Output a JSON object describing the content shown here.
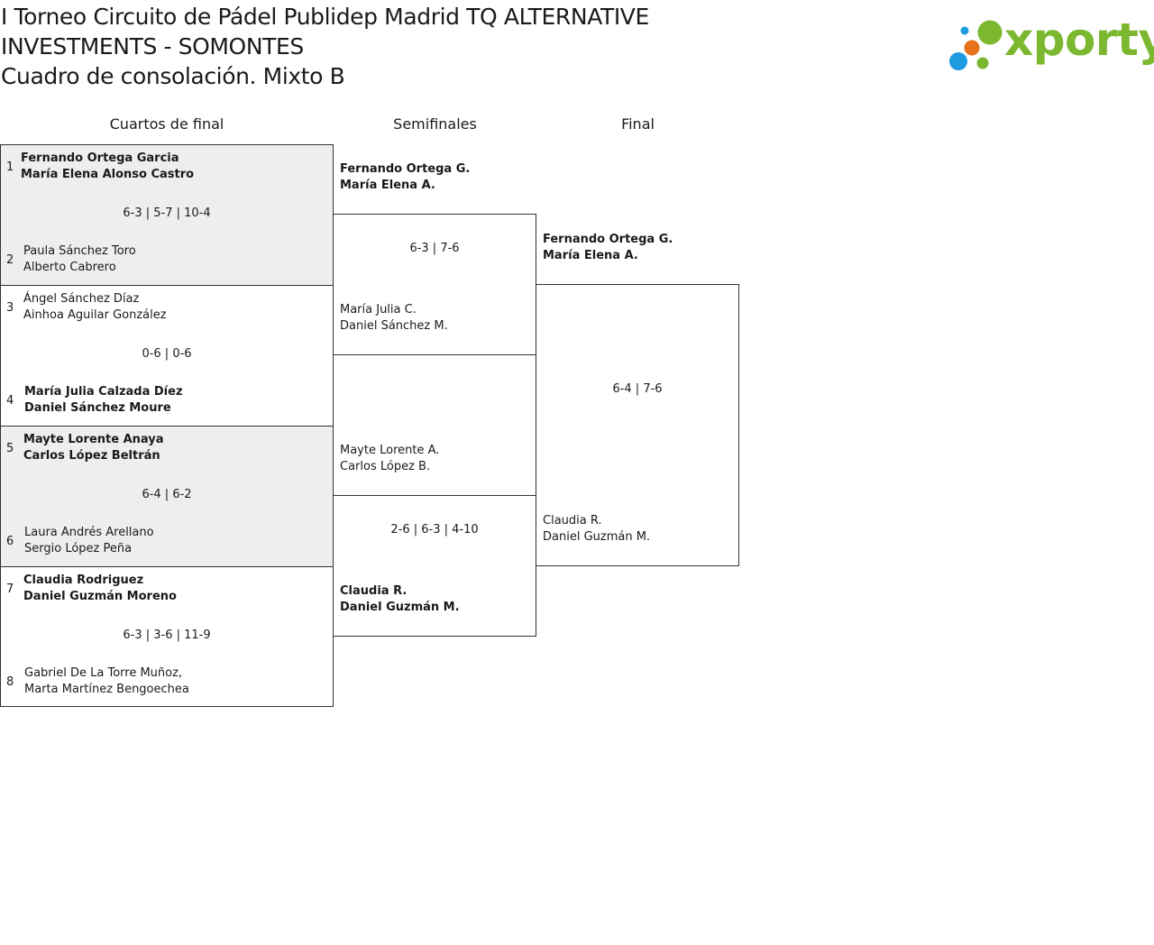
{
  "title": {
    "line1": "I Torneo Circuito de Pádel Publidep Madrid TQ ALTERNATIVE",
    "line2": "INVESTMENTS - SOMONTES",
    "line3": "Cuadro de consolación. Mixto B"
  },
  "logo": {
    "text": "xporty",
    "colors": [
      "#7cb82f",
      "#e8711c",
      "#1e9be0"
    ]
  },
  "rounds": {
    "quarterfinals": "Cuartos de final",
    "semifinals": "Semifinales",
    "final": "Final"
  },
  "quarterfinals": [
    {
      "seed_a": "1",
      "pair_a": [
        "Fernando Ortega Garcia",
        "María Elena Alonso Castro"
      ],
      "score": "6-3 | 5-7 | 10-4",
      "seed_b": "2",
      "pair_b": [
        "Paula Sánchez Toro",
        "Alberto Cabrero"
      ],
      "winner": "a"
    },
    {
      "seed_a": "3",
      "pair_a": [
        "Ángel Sánchez Díaz",
        "Ainhoa Aguilar González"
      ],
      "score": "0-6 | 0-6",
      "seed_b": "4",
      "pair_b": [
        "María Julia Calzada Díez",
        "Daniel Sánchez Moure"
      ],
      "winner": "b"
    },
    {
      "seed_a": "5",
      "pair_a": [
        "Mayte Lorente Anaya",
        "Carlos López Beltrán"
      ],
      "score": "6-4 | 6-2",
      "seed_b": "6",
      "pair_b": [
        "Laura Andrés Arellano",
        "Sergio López Peña"
      ],
      "winner": "a"
    },
    {
      "seed_a": "7",
      "pair_a": [
        "Claudia Rodriguez",
        "Daniel Guzmán Moreno"
      ],
      "score": "6-3 | 3-6 | 11-9",
      "seed_b": "8",
      "pair_b": [
        "Gabriel De La Torre Muñoz,",
        "Marta Martínez Bengoechea"
      ],
      "winner": "a"
    }
  ],
  "semifinals": [
    {
      "pair_a": [
        "Fernando Ortega G.",
        "María Elena A."
      ],
      "score": "6-3 | 7-6",
      "pair_b": [
        "María Julia C.",
        "Daniel Sánchez M."
      ],
      "winner": "a"
    },
    {
      "pair_a": [
        "Mayte Lorente A.",
        "Carlos López B."
      ],
      "score": "2-6 | 6-3 | 4-10",
      "pair_b": [
        "Claudia R.",
        "Daniel Guzmán M."
      ],
      "winner": "b"
    }
  ],
  "final": {
    "pair_a": [
      "Fernando Ortega G.",
      "María Elena A."
    ],
    "score": "6-4 | 7-6",
    "pair_b": [
      "Claudia R.",
      "Daniel Guzmán M."
    ],
    "winner": "a"
  }
}
